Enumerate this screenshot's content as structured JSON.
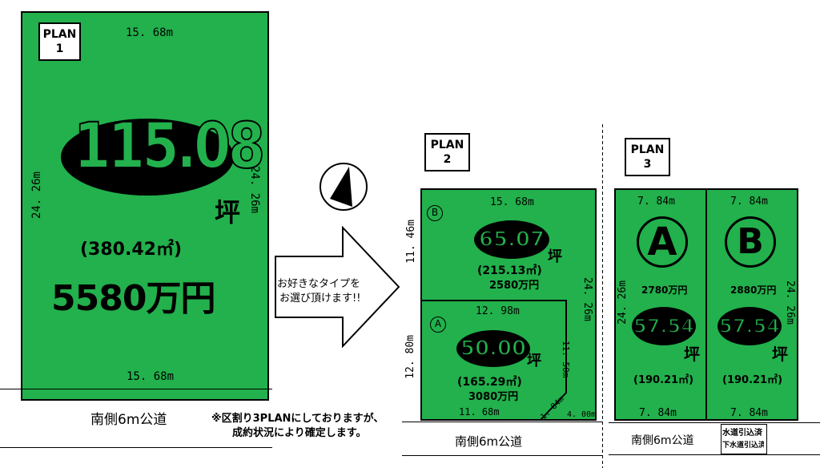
{
  "plan1": {
    "label": "PLAN\n1",
    "top_width": "15. 68m",
    "bottom_width": "15. 68m",
    "left_depth": "24. 26m",
    "right_depth": "24. 26m",
    "area_tsubo": "115.08",
    "tsubo_unit": "坪",
    "area_sqm": "(380.42㎡)",
    "price": "5580万円",
    "road": "南側6m公道"
  },
  "note": {
    "line1": "※区割り3PLANにしておりますが、",
    "line2": "成約状況により確定します。"
  },
  "arrow": {
    "line1": "お好きなタイプを",
    "line2": "お選び頂けます!!"
  },
  "plan2": {
    "label": "PLAN\n2",
    "road": "南側6m公道",
    "right_depth": "24. 26m",
    "lot_b": {
      "marker": "B",
      "top_width": "15. 68m",
      "left_depth": "11. 46m",
      "area_tsubo": "65.07",
      "tsubo_unit": "坪",
      "area_sqm": "(215.13㎡)",
      "price": "2580万円"
    },
    "lot_a": {
      "marker": "A",
      "top_width": "12. 98m",
      "left_depth": "12. 80m",
      "right_depth": "11. 50m",
      "corner": "1. 84m",
      "bottom_width": "11. 68m",
      "bottom_right": "4. 00m",
      "area_tsubo": "50.00",
      "tsubo_unit": "坪",
      "area_sqm": "(165.29㎡)",
      "price": "3080万円"
    }
  },
  "plan3": {
    "label": "PLAN\n3",
    "road": "南側6m公道",
    "sewer1": "水道引込済",
    "sewer2": "下水道引込済",
    "lot_a": {
      "marker": "A",
      "top_width": "7. 84m",
      "bottom_width": "7. 84m",
      "left_depth": "24. 26m",
      "price": "2780万円",
      "area_tsubo": "57.54",
      "tsubo_unit": "坪",
      "area_sqm": "(190.21㎡)"
    },
    "lot_b": {
      "marker": "B",
      "top_width": "7. 84m",
      "bottom_width": "7. 84m",
      "right_depth": "24. 26m",
      "price": "2880万円",
      "area_tsubo": "57.54",
      "tsubo_unit": "坪",
      "area_sqm": "(190.21㎡)"
    }
  },
  "colors": {
    "lot_green": "#22b14c",
    "ink": "#000000"
  },
  "icons": {
    "compass": "north-arrow-icon",
    "arrow": "right-arrow-icon"
  }
}
